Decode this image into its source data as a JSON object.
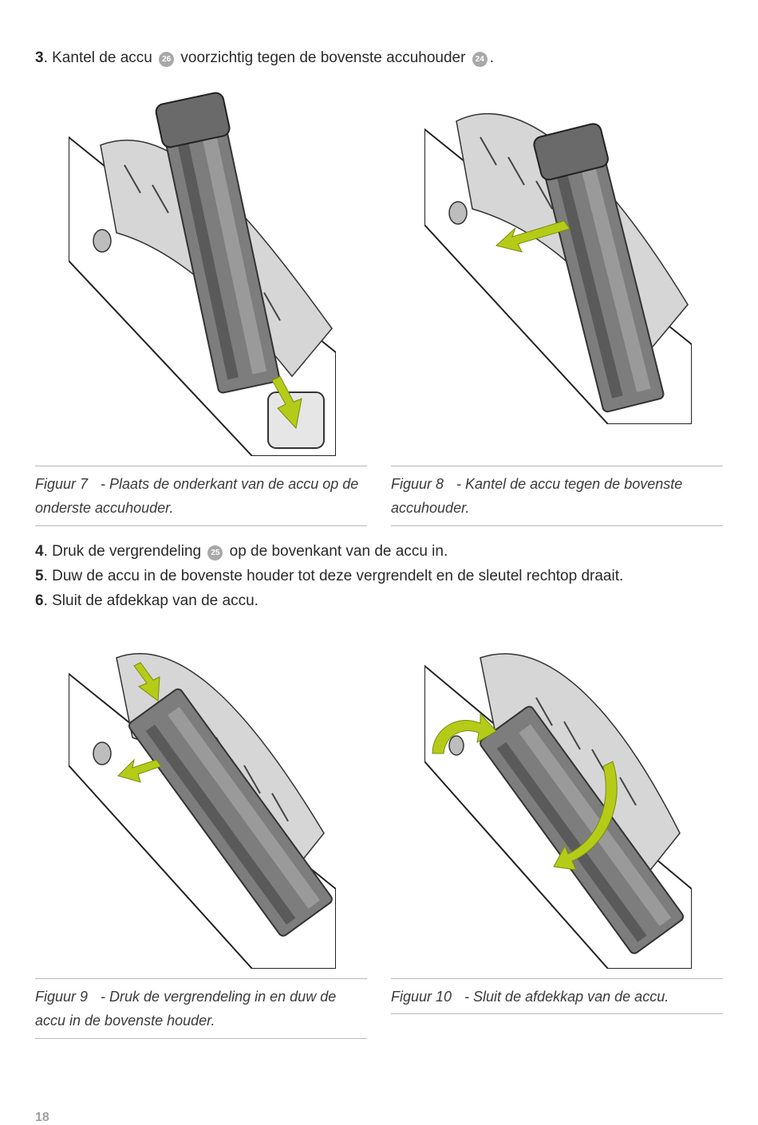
{
  "steps_top": [
    {
      "num": "3",
      "pre": ". Kantel de accu ",
      "b1": "26",
      "mid": " voorzichtig tegen de bovenste accuhouder ",
      "b2": "24",
      "post": "."
    }
  ],
  "steps_mid": [
    {
      "num": "4",
      "pre": ". Druk de vergrendeling ",
      "badge": "25",
      "post": " op de bovenkant van de accu in."
    },
    {
      "num": "5",
      "text": ". Duw de accu in de bovenste houder tot deze vergrendelt en de sleutel rechtop draait."
    },
    {
      "num": "6",
      "text": ". Sluit de afdekkap van de accu."
    }
  ],
  "figures": [
    {
      "label": "Figuur 7",
      "caption": "- Plaats de onderkant van de accu op de onderste accuhouder."
    },
    {
      "label": "Figuur 8",
      "caption": "- Kantel de accu tegen de bovenste accuhouder."
    },
    {
      "label": "Figuur 9",
      "caption": "- Druk de vergrendeling in en duw de accu in de bovenste houder."
    },
    {
      "label": "Figuur 10",
      "caption": "- Sluit de afdekkap van de accu."
    }
  ],
  "page_number": "18",
  "colors": {
    "arrow": "#b4cc18",
    "battery": "#7d7d7d",
    "battery_dark": "#4a4a4a",
    "frame": "#d6d6d6",
    "badge": "#a8a8a8"
  }
}
